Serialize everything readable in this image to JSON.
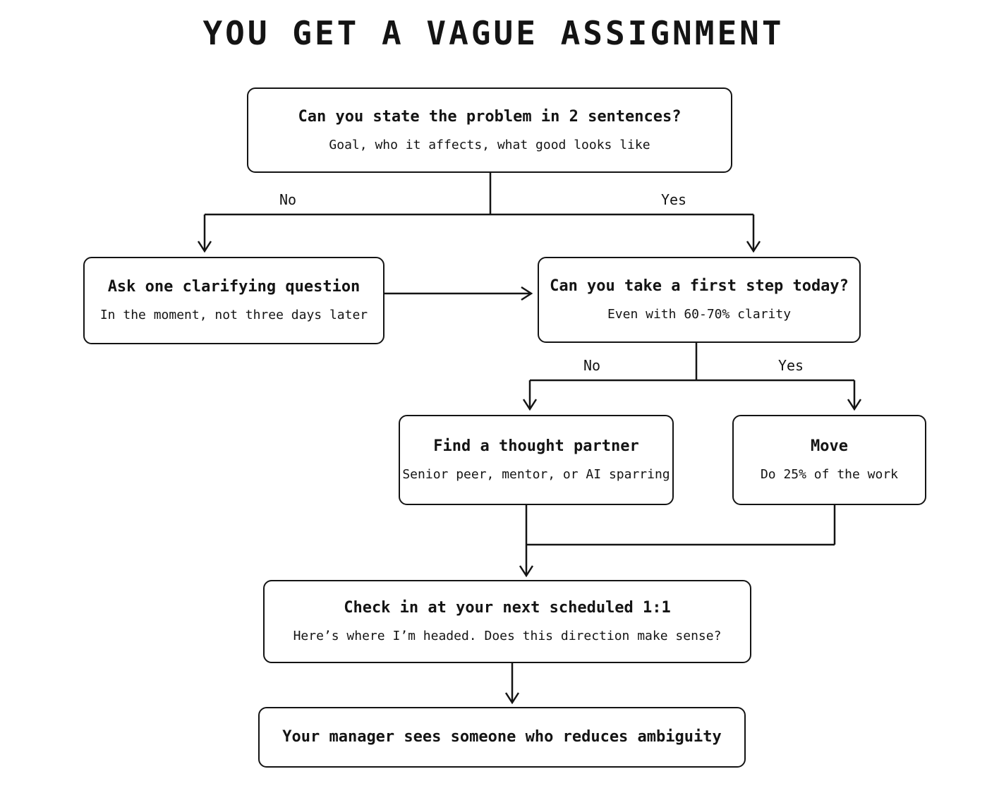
{
  "title": "YOU GET A VAGUE ASSIGNMENT",
  "colors": {
    "ink": "#141414",
    "background": "#ffffff"
  },
  "nodes": {
    "state_problem": {
      "title": "Can you state the problem in 2 sentences?",
      "subtitle": "Goal, who it affects, what good looks like"
    },
    "clarifying_question": {
      "title": "Ask one clarifying question",
      "subtitle": "In the moment, not three days later"
    },
    "first_step": {
      "title": "Can you take a first step today?",
      "subtitle": "Even with 60-70% clarity"
    },
    "thought_partner": {
      "title": "Find a thought partner",
      "subtitle": "Senior peer, mentor, or AI sparring"
    },
    "move": {
      "title": "Move",
      "subtitle": "Do 25% of the work"
    },
    "check_in": {
      "title": "Check in at your next scheduled 1:1",
      "subtitle": "Here’s where I’m headed. Does this direction make sense?"
    },
    "outcome": {
      "title": "Your manager sees someone who reduces ambiguity"
    }
  },
  "edge_labels": {
    "branch1_no": "No",
    "branch1_yes": "Yes",
    "branch2_no": "No",
    "branch2_yes": "Yes"
  }
}
